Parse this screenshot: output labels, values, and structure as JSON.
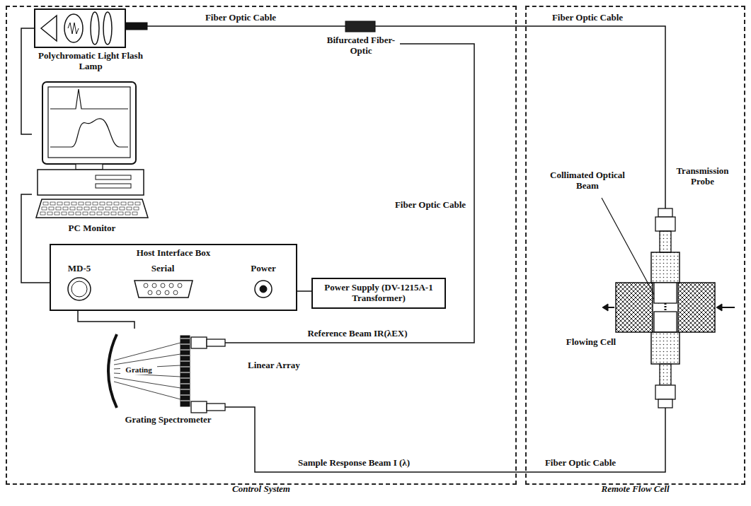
{
  "diagram": {
    "nodes": [
      {
        "text": [
          "Control System"
        ]
      },
      {
        "text": [
          "Polychromatic Light Flash Lamp"
        ],
        "in": 0
      },
      {
        "text": [
          "Bifurcated Fiber-Optic"
        ],
        "in": 0
      },
      {
        "text": [
          "PC Monitor"
        ],
        "in": 0
      },
      {
        "text": [
          "Host Interface Box",
          "MD-5",
          "Serial",
          "Power"
        ],
        "in": 0
      },
      {
        "text": [
          "Power Supply (DV-1215A-1 Transformer)"
        ],
        "in": 0
      },
      {
        "text": [
          "Grating",
          "Linear Array",
          "Grating Spectrometer"
        ],
        "in": 0
      },
      {
        "text": [
          "Remote Flow Cell"
        ]
      },
      {
        "text": [
          "Transmission Probe"
        ],
        "in": 7
      }
    ],
    "edges": [
      {
        "from": 1,
        "to": 2,
        "arrow": "none",
        "label": "Fiber Optic Cable"
      },
      {
        "from": 2,
        "to": 8,
        "arrow": "none",
        "label": "Fiber Optic Cable"
      },
      {
        "from": 2,
        "to": 6,
        "arrow": "none",
        "label": "Reference Beam IR(λEX)"
      },
      {
        "from": 8,
        "to": 6,
        "arrow": "none",
        "label": "Sample Response Beam I (λ)"
      },
      {
        "from": 1,
        "to": 3,
        "arrow": "none"
      },
      {
        "from": 3,
        "to": 4,
        "arrow": "none"
      },
      {
        "from": 4,
        "to": 6,
        "arrow": "none"
      },
      {
        "from": 4,
        "to": 5,
        "arrow": "none"
      }
    ],
    "labels": [
      "Fiber Optic Cable",
      "Fiber Optic Cable",
      "Collimated Optical Beam",
      "Flowing Cell"
    ]
  }
}
